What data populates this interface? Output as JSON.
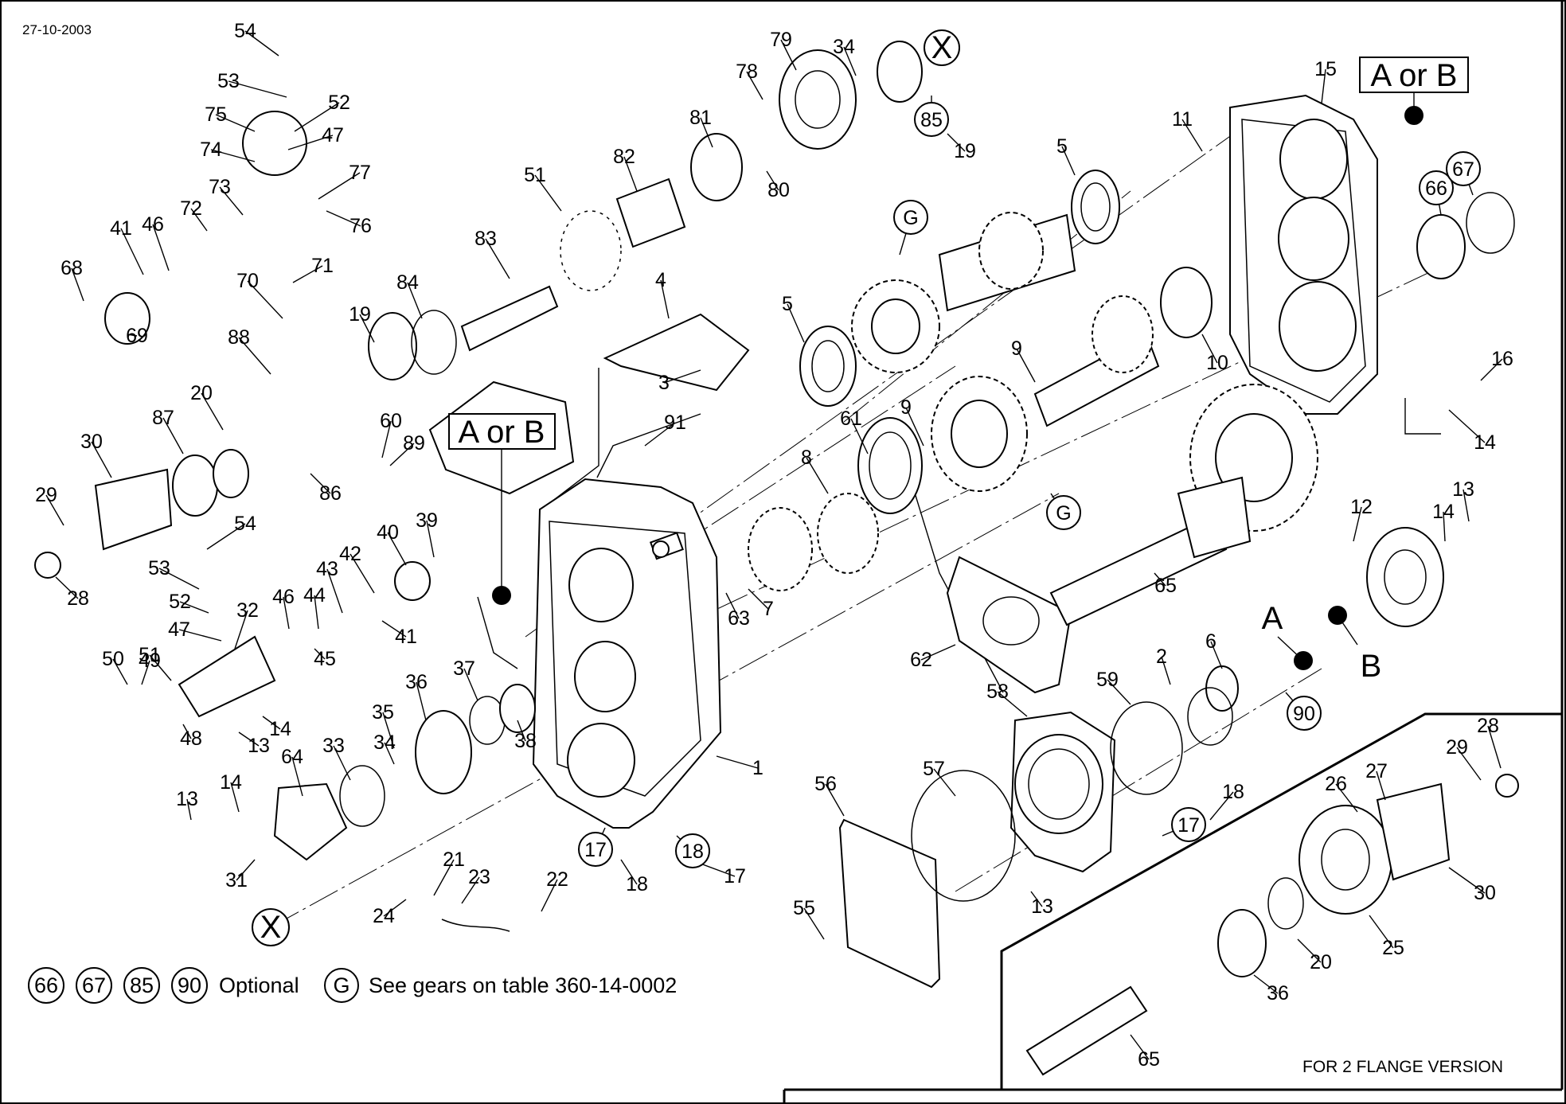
{
  "header": {
    "date": "27-10-2003"
  },
  "part_numbers": [
    "54",
    "53",
    "52",
    "75",
    "47",
    "74",
    "77",
    "73",
    "76",
    "72",
    "41",
    "46",
    "68",
    "69",
    "71",
    "70",
    "88",
    "19",
    "84",
    "83",
    "51",
    "82",
    "81",
    "80",
    "78",
    "79",
    "34",
    "85",
    "19",
    "15",
    "11",
    "5",
    "G",
    "66",
    "67",
    "4",
    "3",
    "91",
    "5",
    "10",
    "9",
    "16",
    "14",
    "61",
    "9",
    "8",
    "G",
    "20",
    "87",
    "30",
    "60",
    "89",
    "86",
    "29",
    "28",
    "54",
    "53",
    "52",
    "47",
    "32",
    "46",
    "44",
    "45",
    "43",
    "42",
    "40",
    "39",
    "41",
    "51",
    "50",
    "49",
    "48",
    "13",
    "14",
    "36",
    "37",
    "38",
    "35",
    "34",
    "33",
    "64",
    "14",
    "13",
    "31",
    "17",
    "18",
    "18",
    "17",
    "21",
    "23",
    "22",
    "24",
    "1",
    "63",
    "7",
    "62",
    "65",
    "12",
    "14",
    "13",
    "2",
    "6",
    "90",
    "59",
    "58",
    "57",
    "56",
    "55",
    "13",
    "17",
    "18",
    "28",
    "29",
    "27",
    "26",
    "30",
    "25",
    "20",
    "36",
    "65"
  ],
  "callouts": {
    "a_or_b_top": "A or B",
    "a_or_b_mid": "A or B",
    "x_top": "X",
    "x_bottom": "X",
    "a": "A",
    "b": "B"
  },
  "legend": {
    "optional_circled": [
      "66",
      "67",
      "85",
      "90"
    ],
    "optional_text": "Optional",
    "gear_circled": "G",
    "gear_text": "See gears on table 360-14-0002"
  },
  "inset": {
    "title": "FOR 2 FLANGE  VERSION"
  }
}
